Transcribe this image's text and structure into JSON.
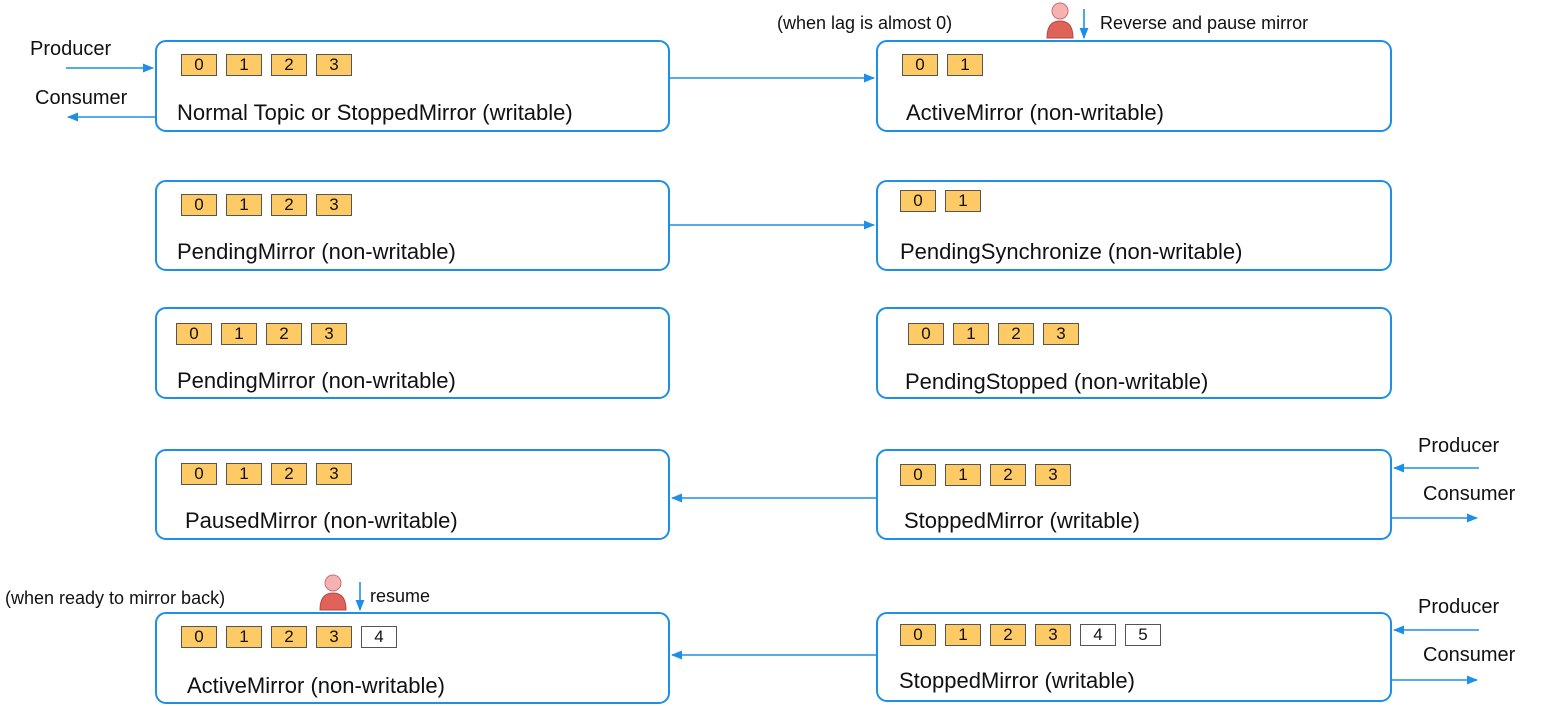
{
  "colors": {
    "border": "#1e8fe6",
    "cell_filled": "#fdca66",
    "cell_empty": "#ffffff"
  },
  "boxes": [
    {
      "label": "Normal Topic or StoppedMirror (writable)",
      "cells": [
        "0",
        "1",
        "2",
        "3"
      ],
      "empty_cells": []
    },
    {
      "label": "ActiveMirror (non-writable)",
      "cells": [
        "0",
        "1"
      ],
      "empty_cells": []
    },
    {
      "label": "PendingMirror (non-writable)",
      "cells": [
        "0",
        "1",
        "2",
        "3"
      ],
      "empty_cells": []
    },
    {
      "label": "PendingSynchronize (non-writable)",
      "cells": [
        "0",
        "1"
      ],
      "empty_cells": []
    },
    {
      "label": "PendingMirror (non-writable)",
      "cells": [
        "0",
        "1",
        "2",
        "3"
      ],
      "empty_cells": []
    },
    {
      "label": "PendingStopped (non-writable)",
      "cells": [
        "0",
        "1",
        "2",
        "3"
      ],
      "empty_cells": []
    },
    {
      "label": "PausedMirror (non-writable)",
      "cells": [
        "0",
        "1",
        "2",
        "3"
      ],
      "empty_cells": []
    },
    {
      "label": "StoppedMirror (writable)",
      "cells": [
        "0",
        "1",
        "2",
        "3"
      ],
      "empty_cells": []
    },
    {
      "label": "ActiveMirror (non-writable)",
      "cells": [
        "0",
        "1",
        "2",
        "3"
      ],
      "empty_cells": [
        "4"
      ]
    },
    {
      "label": "StoppedMirror (writable)",
      "cells": [
        "0",
        "1",
        "2",
        "3"
      ],
      "empty_cells": [
        "4",
        "5"
      ]
    }
  ],
  "external": {
    "producer": "Producer",
    "consumer": "Consumer"
  },
  "notes": {
    "lag": "(when lag is almost 0)",
    "reverse": "Reverse and pause mirror",
    "ready": "(when ready to mirror back)",
    "resume": "resume"
  },
  "icons": {
    "user": "user-icon"
  }
}
